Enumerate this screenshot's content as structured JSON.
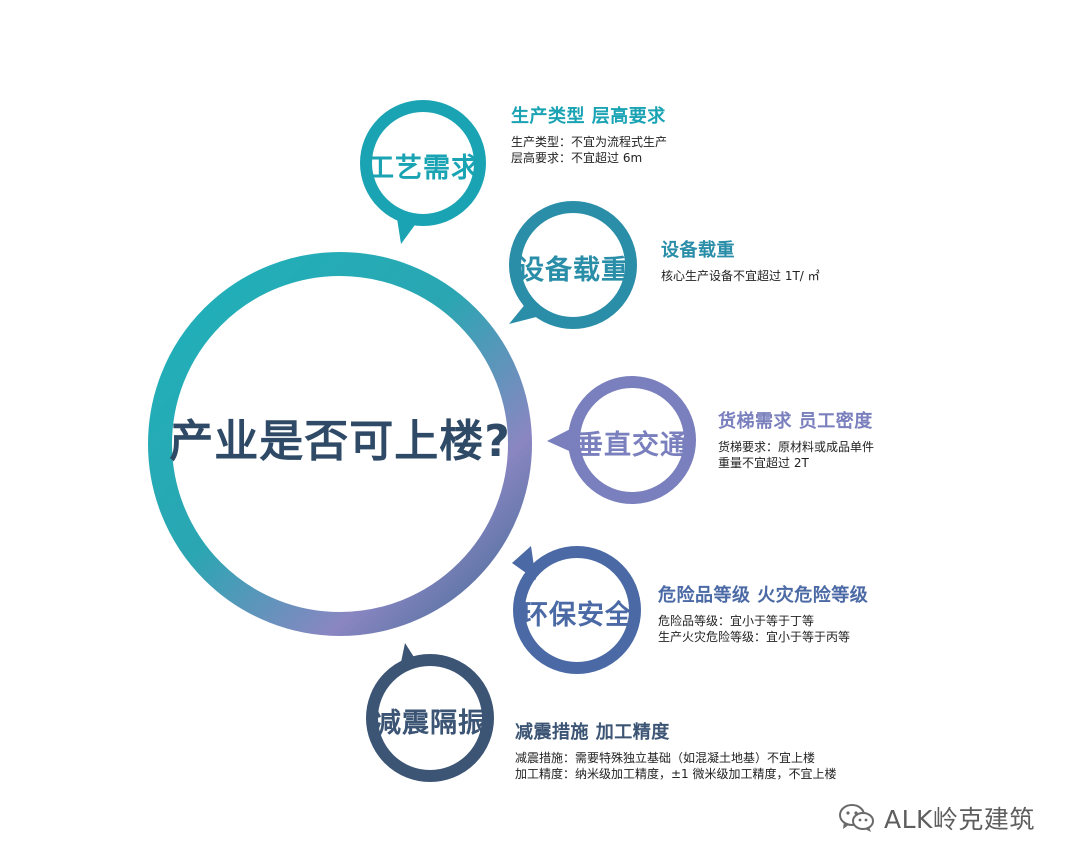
{
  "center": {
    "title": "产业是否可上楼?"
  },
  "factors": [
    {
      "label": "工艺需求",
      "heading": "生产类型  层高要求",
      "details": [
        "生产类型：不宜为流程式生产",
        "层高要求：不宜超过 6m"
      ],
      "color": "#1aa3b3"
    },
    {
      "label": "设备载重",
      "heading": "设备载重",
      "details": [
        "核心生产设备不宜超过 1T/ ㎡"
      ],
      "color": "#2a8ea8"
    },
    {
      "label": "垂直交通",
      "heading": "货梯需求  员工密度",
      "details": [
        "货梯要求：原材料或成品单件",
        "重量不宜超过 2T"
      ],
      "color": "#7a7fbd"
    },
    {
      "label": "环保安全",
      "heading": "危险品等级  火灾危险等级",
      "details": [
        "危险品等级：宜小于等于丁等",
        "生产火灾危险等级：宜小于等于丙等"
      ],
      "color": "#4b6aa5"
    },
    {
      "label": "减震隔振",
      "heading": "减震措施  加工精度",
      "details": [
        "减震措施：需要特殊独立基础（如混凝土地基）不宜上楼",
        "加工精度：纳米级加工精度，±1 微米级加工精度，不宜上楼"
      ],
      "color": "#3c5575"
    }
  ],
  "watermark": {
    "text": "ALK岭克建筑",
    "icon": "wechat-icon"
  }
}
